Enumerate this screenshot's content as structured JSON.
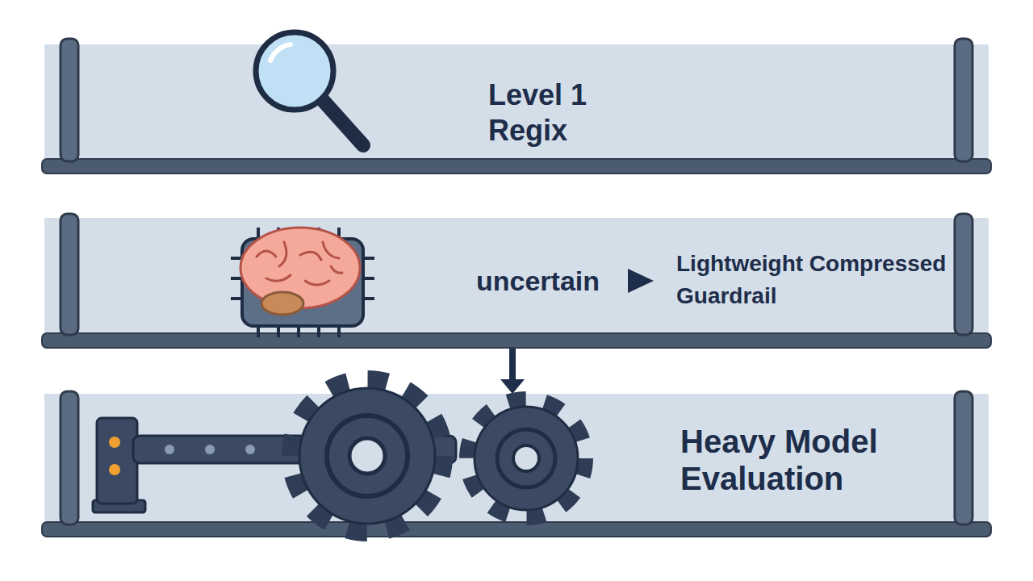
{
  "diagram": {
    "nodes": [
      {
        "text": [
          "Level 1 Regix"
        ]
      },
      {
        "text": [
          "uncertain",
          "Lightweight Compressed Guardrail"
        ]
      },
      {
        "text": [
          "Heavy Model Evaluation"
        ]
      }
    ],
    "edges": [
      {
        "from": 1,
        "to": 2,
        "arrow": "to"
      }
    ]
  }
}
